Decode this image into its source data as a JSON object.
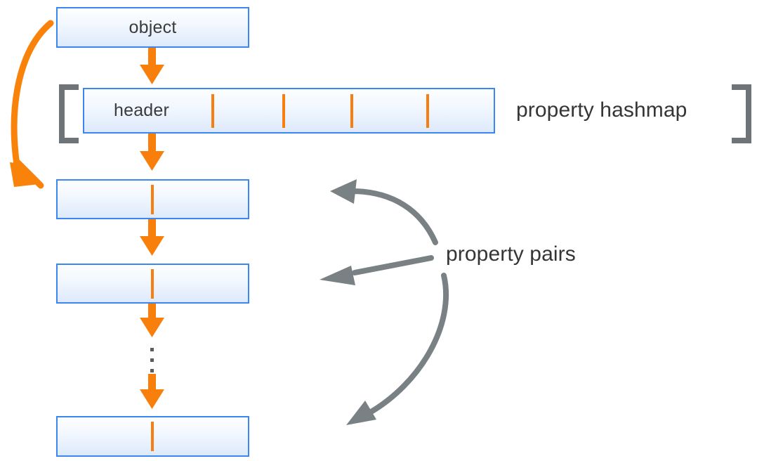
{
  "diagram": {
    "title": "object property hashmap and property pairs layout",
    "colors": {
      "box_border": "#3a87f2",
      "box_fill_top": "#fdfeff",
      "box_fill_bottom": "#dde9fb",
      "orange": "#f77f12",
      "gray_arrow": "#7a8184",
      "bracket": "#6e7477",
      "text": "#353535"
    },
    "boxes": [
      {
        "name": "object-box",
        "label": "object"
      },
      {
        "name": "hashmap-row",
        "label": "header"
      },
      {
        "name": "property-pair-box-1",
        "label": ""
      },
      {
        "name": "property-pair-box-2",
        "label": ""
      },
      {
        "name": "property-pair-box-last",
        "label": ""
      }
    ],
    "labels": {
      "object": "object",
      "header": "header",
      "property_hashmap": "property hashmap",
      "property_pairs": "property pairs"
    },
    "brackets": {
      "left": "[",
      "right": "]"
    },
    "hashmap_slot_count": 5,
    "ellipsis": "⋮"
  }
}
